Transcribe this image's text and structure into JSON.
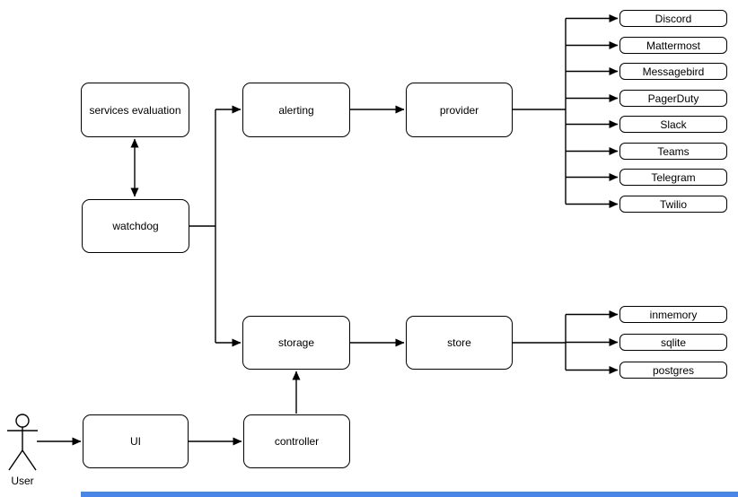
{
  "diagram": {
    "nodes": {
      "services_evaluation": {
        "label": "services evaluation"
      },
      "watchdog": {
        "label": "watchdog"
      },
      "alerting": {
        "label": "alerting"
      },
      "provider": {
        "label": "provider"
      },
      "storage": {
        "label": "storage"
      },
      "store": {
        "label": "store"
      },
      "ui": {
        "label": "UI"
      },
      "controller": {
        "label": "controller"
      }
    },
    "provider_targets": [
      "Discord",
      "Mattermost",
      "Messagebird",
      "PagerDuty",
      "Slack",
      "Teams",
      "Telegram",
      "Twilio"
    ],
    "store_targets": [
      "inmemory",
      "sqlite",
      "postgres"
    ],
    "actor": {
      "label": "User"
    },
    "colors": {
      "background": "#ffffff",
      "line": "#000000",
      "node_border": "#000000",
      "node_fill": "#ffffff",
      "scrollbar_thumb": "#4a86e8"
    }
  }
}
